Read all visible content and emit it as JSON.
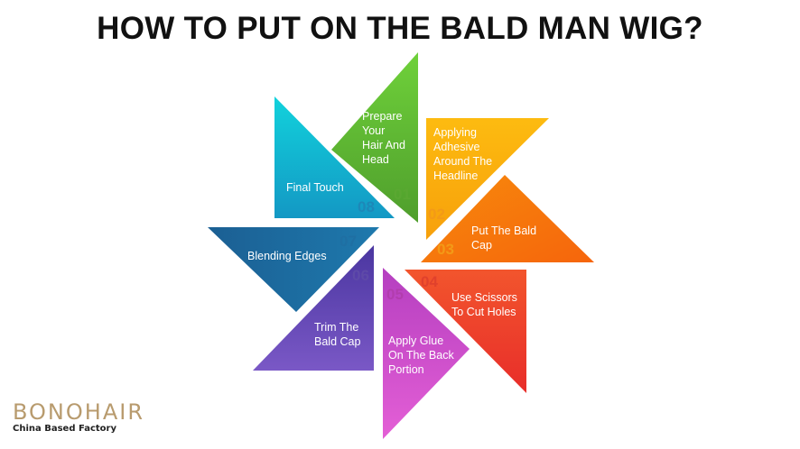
{
  "title": "HOW TO PUT ON THE BALD MAN WIG?",
  "steps": [
    {
      "number": "01",
      "label": "Prepare Your Hair And Head",
      "lines": [
        "Prepare",
        "Your",
        "Hair And",
        "Head"
      ],
      "color": "#62bd36",
      "num_color": "#5aa832"
    },
    {
      "number": "02",
      "label": "Applying Adhesive Around The Headline",
      "lines": [
        "Applying",
        "Adhesive",
        "Around The",
        "Headline"
      ],
      "color": "#f9b30b",
      "num_color": "#f39a17"
    },
    {
      "number": "03",
      "label": "Put The Bald Cap",
      "lines": [
        "Put The Bald",
        "Cap"
      ],
      "color": "#f7810b",
      "num_color": "#f39a17"
    },
    {
      "number": "04",
      "label": "Use Scissors To Cut Holes",
      "lines": [
        "Use Scissors",
        "To Cut Holes"
      ],
      "color": "#ef3f2c",
      "num_color": "#e0412c"
    },
    {
      "number": "05",
      "label": "Apply Glue On The Back Portion",
      "lines": [
        "Apply Glue",
        "On The Back",
        "Portion"
      ],
      "color": "#cf3fca",
      "num_color": "#b23dae"
    },
    {
      "number": "06",
      "label": "Trim The Bald Cap",
      "lines": [
        "Trim The",
        "Bald Cap"
      ],
      "color": "#6a49b8",
      "num_color": "#5e4aa8"
    },
    {
      "number": "07",
      "label": "Blending Edges",
      "lines": [
        "Blending Edges"
      ],
      "color": "#1f6fa3",
      "num_color": "#1f6fa3"
    },
    {
      "number": "08",
      "label": "Final Touch",
      "lines": [
        "Final Touch"
      ],
      "color": "#16b6cf",
      "num_color": "#1d88b8"
    }
  ],
  "logo": {
    "brand": "BONOHAIR",
    "tagline": "China Based Factory"
  }
}
